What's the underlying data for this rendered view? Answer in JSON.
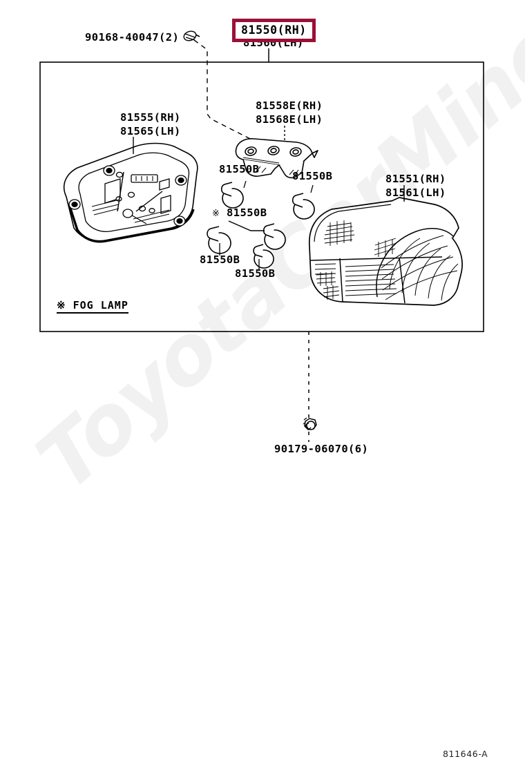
{
  "sheet": {
    "code": "811646-A",
    "watermark": "ToyotaCarMine.ru",
    "fog_lamp_note": "※ FOG LAMP"
  },
  "highlight": {
    "color": "#9c1036",
    "line1": "81550(RH)"
  },
  "labels": {
    "screw_top": "90168-40047(2)",
    "assembly_lh": "81560(LH)",
    "housing_rh": "81555(RH)",
    "housing_lh": "81565(LH)",
    "socket_rh": "81558E(RH)",
    "socket_lh": "81568E(LH)",
    "lens_rh": "81551(RH)",
    "lens_lh": "81561(LH)",
    "bulb_a": "81550B",
    "bulb_b": "81550B",
    "bulb_c_mark": "※",
    "bulb_c": "81550B",
    "bulb_d": "81550B",
    "bulb_e": "81550B",
    "nut_bottom": "90179-06070(6)"
  }
}
